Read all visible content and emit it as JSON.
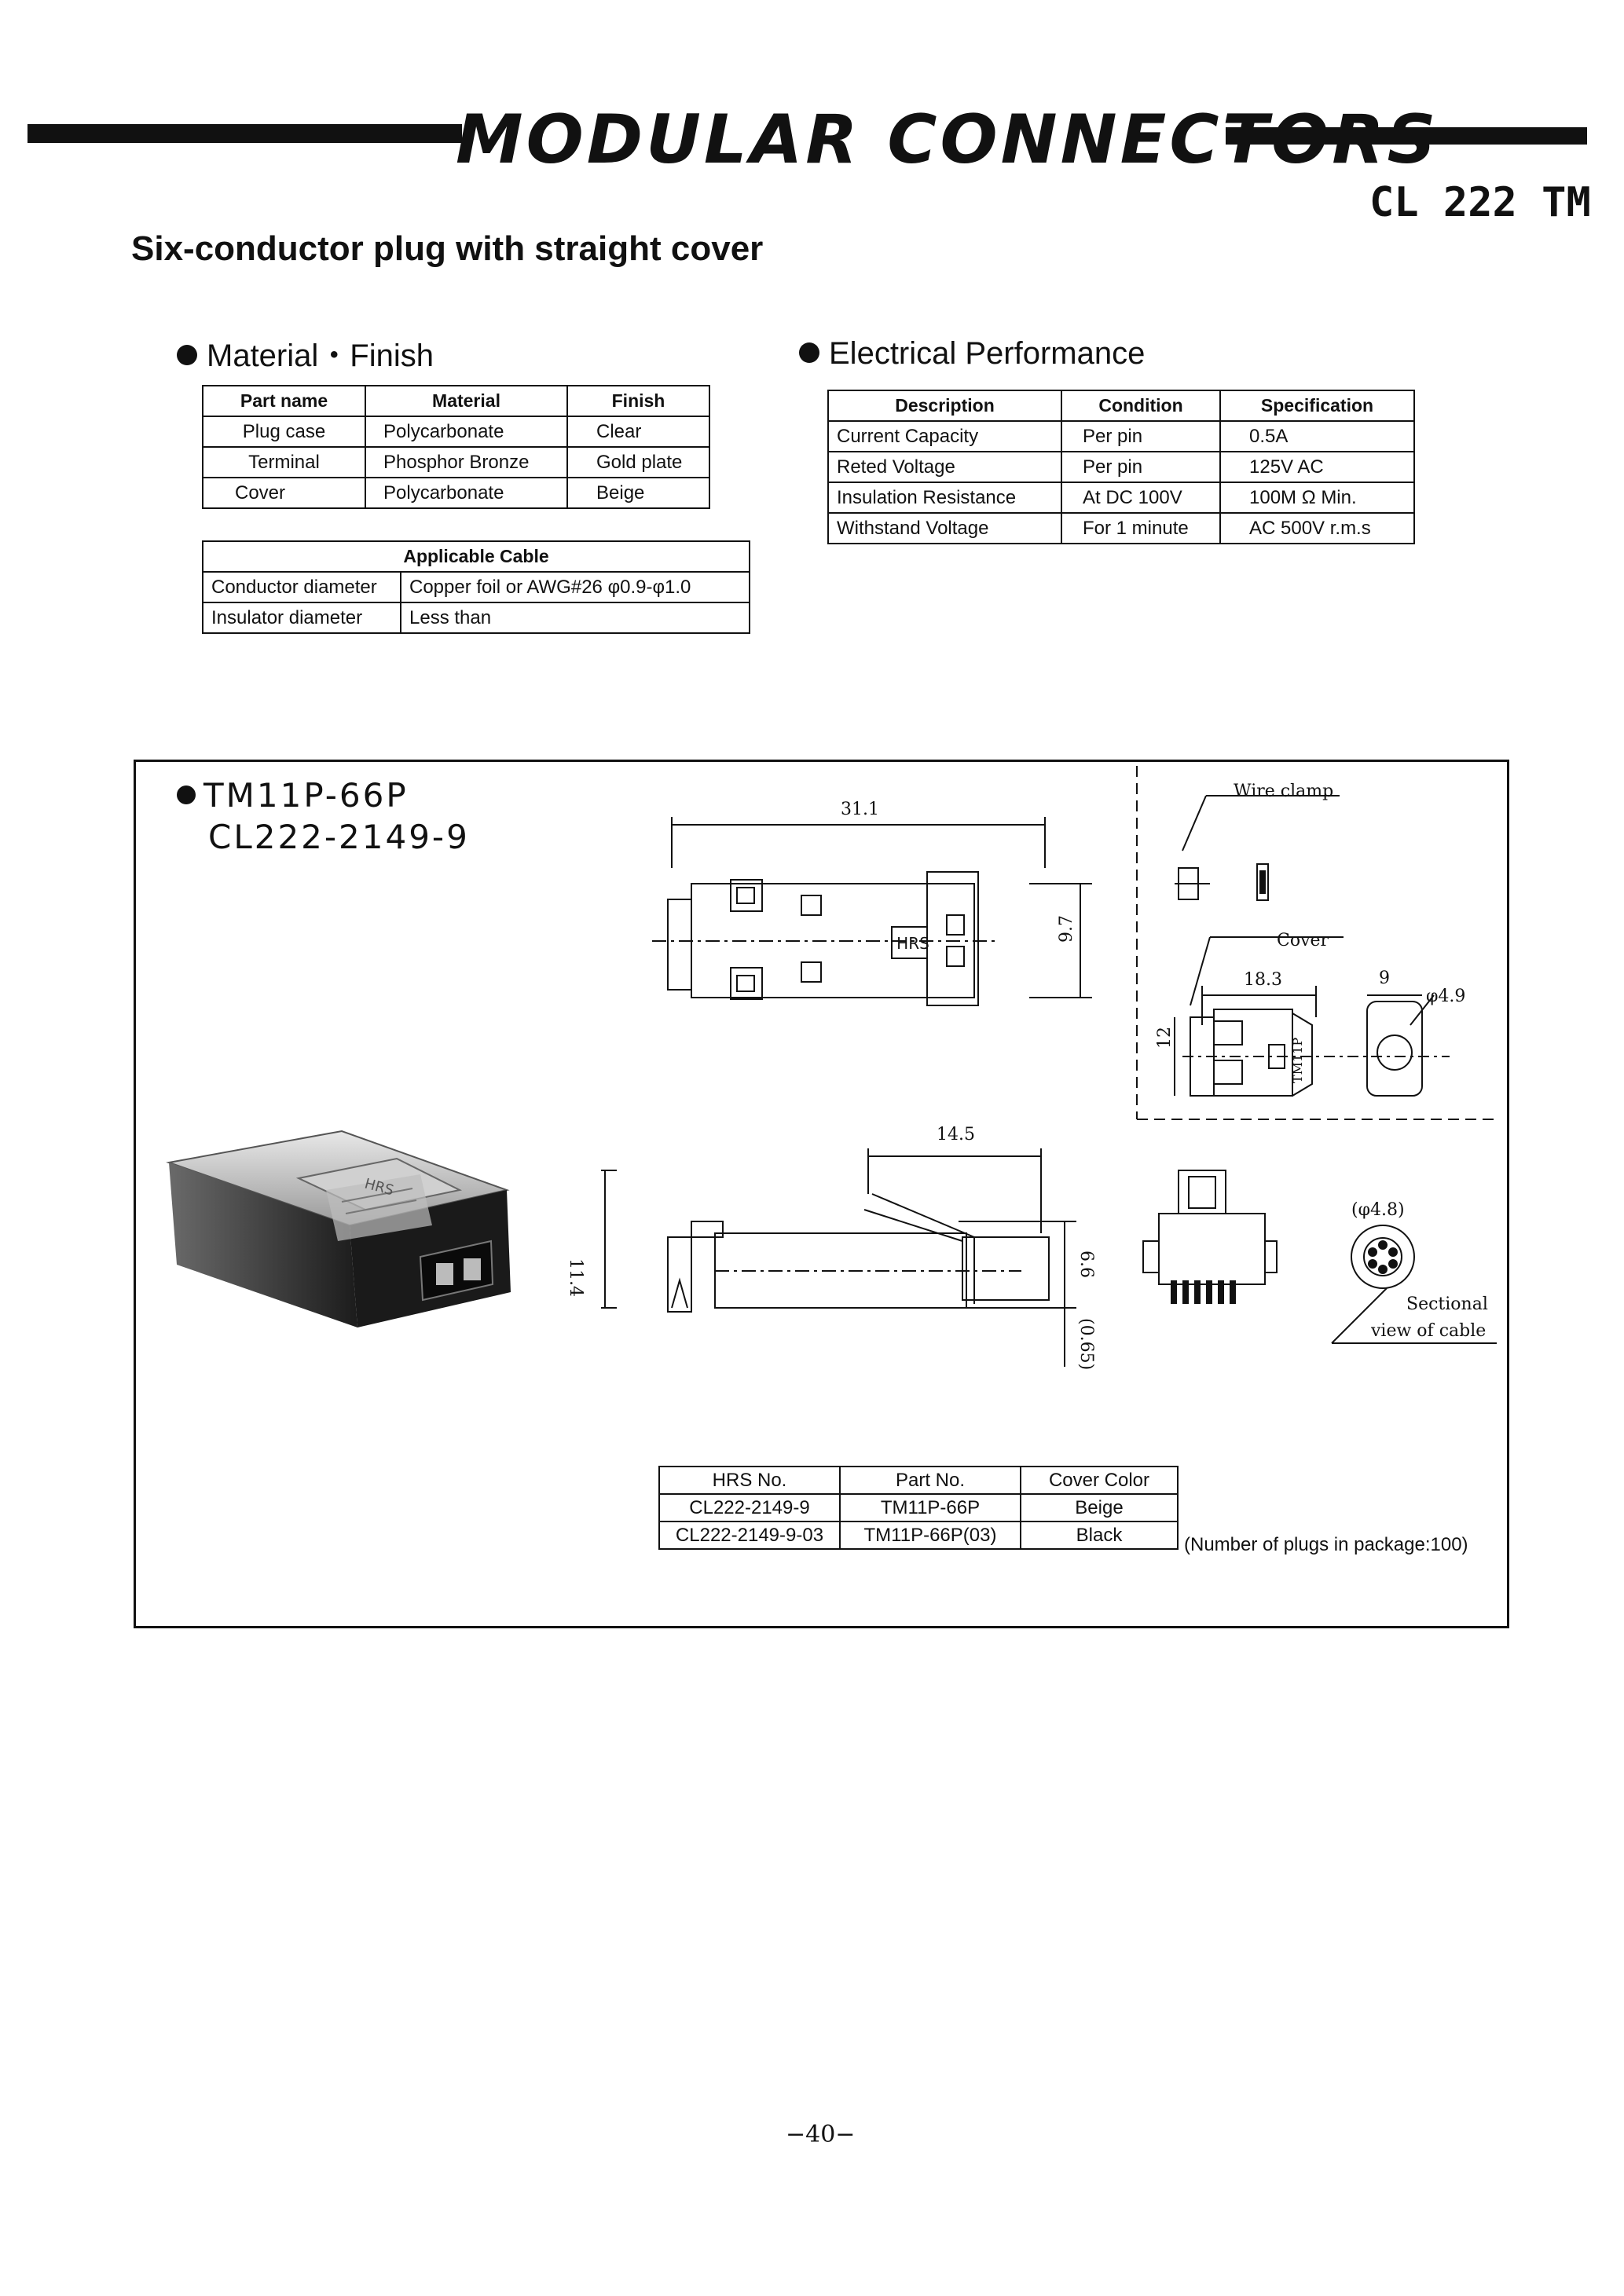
{
  "header": {
    "title": "MODULAR CONNECTORS",
    "series": "CL 222 TM",
    "subtitle": "Six-conductor plug with straight cover"
  },
  "material_finish": {
    "heading": "Material・Finish",
    "columns": [
      "Part name",
      "Material",
      "Finish"
    ],
    "rows": [
      [
        "Plug case",
        "Polycarbonate",
        "Clear"
      ],
      [
        "Terminal",
        "Phosphor Bronze",
        "Gold plate"
      ],
      [
        "Cover",
        "Polycarbonate",
        "Beige"
      ]
    ]
  },
  "applicable_cable": {
    "heading": "Applicable Cable",
    "rows": [
      [
        "Conductor diameter",
        "Copper foil or AWG#26 φ0.9-φ1.0"
      ],
      [
        "Insulator diameter",
        "Less than"
      ]
    ]
  },
  "electrical": {
    "heading": "Electrical Performance",
    "columns": [
      "Description",
      "Condition",
      "Specification"
    ],
    "rows": [
      [
        "Current Capacity",
        "Per pin",
        "0.5A"
      ],
      [
        "Reted Voltage",
        "Per pin",
        "125V AC"
      ],
      [
        "Insulation Resistance",
        "At DC 100V",
        "100M Ω Min."
      ],
      [
        "Withstand Voltage",
        "For 1 minute",
        "AC 500V r.m.s"
      ]
    ]
  },
  "drawing": {
    "model": "TM11P-66P",
    "part_code": "CL222-2149-9",
    "dims": {
      "length_top": "31.1",
      "height_top": "9.7",
      "length_side": "14.5",
      "height_side": "11.4",
      "height_inner": "6.6",
      "offset": "(0.65)",
      "cover_length": "18.3",
      "cover_height": "12",
      "cover_width": "9",
      "cover_hole": "φ4.9",
      "cable_dia": "(φ4.8)"
    },
    "labels": {
      "wire_clamp": "Wire clamp",
      "cover": "Cover",
      "sectional_1": "Sectional",
      "sectional_2": "view of cable",
      "brand_mark": "HRS",
      "cover_mark": "TM11P"
    }
  },
  "parts_table": {
    "columns": [
      "HRS No.",
      "Part No.",
      "Cover Color"
    ],
    "rows": [
      [
        "CL222-2149-9",
        "TM11P-66P",
        "Beige"
      ],
      [
        "CL222-2149-9-03",
        "TM11P-66P(03)",
        "Black"
      ]
    ],
    "package_note": "(Number of plugs in package:100)"
  },
  "footer": {
    "page_number": "−40−"
  }
}
